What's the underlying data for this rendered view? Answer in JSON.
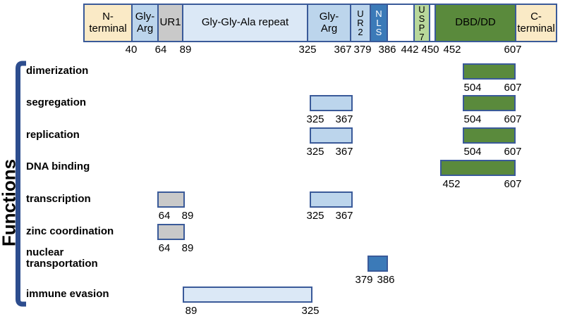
{
  "figure": {
    "axis_label": "Functions"
  },
  "colors": {
    "cream": "#faeac6",
    "light_blue": "#bcd5ec",
    "pale_blue": "#dbe8f6",
    "gray": "#c9c9c9",
    "medium_blue": "#3b7ab8",
    "light_green": "#b8d79a",
    "dark_green": "#5a8a3c",
    "border_blue": "#3a5a99",
    "bracket_blue": "#2d4d8e"
  },
  "domain_bar": {
    "segments": [
      {
        "label": "N-\nterminal",
        "color": "cream"
      },
      {
        "label": "Gly-\nArg",
        "color": "light_blue"
      },
      {
        "label": "UR1",
        "color": "gray"
      },
      {
        "label": "Gly-Gly-Ala repeat",
        "color": "pale_blue"
      },
      {
        "label": "Gly-\nArg",
        "color": "light_blue"
      },
      {
        "label": "U\nR\n2",
        "color": "light_blue"
      },
      {
        "label": "N\nL\nS",
        "color": "medium_blue"
      },
      {
        "label": "",
        "color": "white"
      },
      {
        "label": "U\nS\nP\n7",
        "color": "light_green"
      },
      {
        "label": "",
        "color": "white"
      },
      {
        "label": "DBD/DD",
        "color": "dark_green"
      },
      {
        "label": "C-\nterminal",
        "color": "cream"
      }
    ],
    "boundaries": [
      "40",
      "64",
      "89",
      "325",
      "367",
      "379",
      "386",
      "442",
      "450",
      "452",
      "607"
    ]
  },
  "rows": [
    {
      "label": "dimerization",
      "boxes": [
        {
          "start": "504",
          "end": "607",
          "color": "dark_green"
        }
      ]
    },
    {
      "label": "segregation",
      "boxes": [
        {
          "start": "325",
          "end": "367",
          "color": "light_blue"
        },
        {
          "start": "504",
          "end": "607",
          "color": "dark_green"
        }
      ]
    },
    {
      "label": "replication",
      "boxes": [
        {
          "start": "325",
          "end": "367",
          "color": "light_blue"
        },
        {
          "start": "504",
          "end": "607",
          "color": "dark_green"
        }
      ]
    },
    {
      "label": "DNA binding",
      "boxes": [
        {
          "start": "452",
          "end": "607",
          "color": "dark_green"
        }
      ]
    },
    {
      "label": "transcription",
      "boxes": [
        {
          "start": "64",
          "end": "89",
          "color": "gray"
        },
        {
          "start": "325",
          "end": "367",
          "color": "light_blue"
        }
      ]
    },
    {
      "label": "zinc coordination",
      "boxes": [
        {
          "start": "64",
          "end": "89",
          "color": "gray"
        }
      ]
    },
    {
      "label": "nuclear\ntransportation",
      "boxes": [
        {
          "start": "379",
          "end": "386",
          "color": "medium_blue"
        }
      ]
    },
    {
      "label": "immune evasion",
      "boxes": [
        {
          "start": "89",
          "end": "325",
          "color": "pale_blue"
        }
      ]
    }
  ]
}
